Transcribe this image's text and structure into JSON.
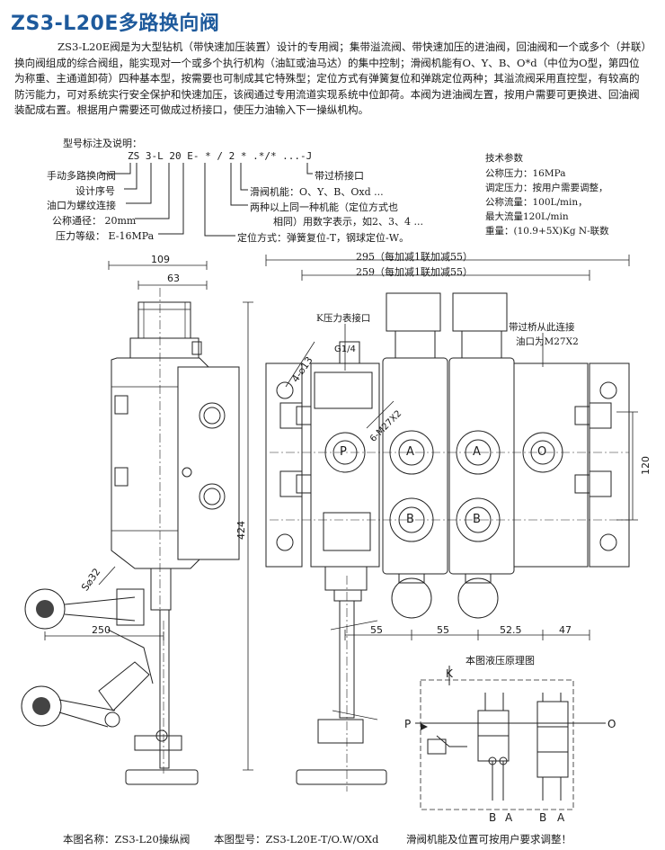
{
  "title": "ZS3-L20E多路换向阀",
  "intro": "ZS3-L20E阀是为大型钻机（带快速加压装置）设计的专用阀；集带溢流阀、带快速加压的进油阀，回油阀和一个或多个（并联）换向阀组成的综合阀组，能实现对一个或多个执行机构（油缸或油马达）的集中控制；滑阀机能有O、Y、B、O*d（中位为O型，第四位为称重、主通道卸荷）四种基本型，按需要也可制成其它特殊型；定位方式有弹簧复位和弹跳定位两种；其溢流阀采用直控型，有较高的防污能力，可对系统实行安全保护和快速加压，该阀通过专用流道实现系统中位卸荷。本阀为进油阀左置，按用户需要可更换进、回油阀装配成右置。根据用户需要还可做成过桥接口，使压力油输入下一操纵机构。",
  "model_code": {
    "heading": "型号标注及说明：",
    "code": "ZS 3-L 20 E- * / 2 * .*/* ...-J",
    "left_labels": [
      "手动多路换向阀",
      "设计序号",
      "油口为螺纹连接",
      "公称通径： 20mm",
      "压力等级：  E-16MPa"
    ],
    "right_labels": [
      "带过桥接口",
      "滑阀机能：O、Y、B、Oxd ...",
      "两种以上同一种机能（定位方式也",
      "相同）用数字表示，如2、3、4 ...",
      "定位方式：弹簧复位-T，钢球定位-W。"
    ]
  },
  "specs": {
    "heading": "技术参数",
    "rows": [
      "公称压力：16MPa",
      "调定压力：按用户需要调整，",
      "公称流量：100L/min，",
      "最大流量120L/min",
      "重量：(10.9+5X)Kg N-联数"
    ]
  },
  "drawing": {
    "dims": [
      "109",
      "63",
      "295（每加减1联加减55）",
      "259（每加减1联加减55）",
      "424",
      "250",
      "S⌀32",
      "4-⌀13",
      "G1/4",
      "6-M27X2",
      "120",
      "55",
      "55",
      "52.5",
      "47"
    ],
    "callouts": [
      "K压力表接口",
      "带过桥从此连接",
      "油口为M27X2"
    ],
    "port_labels": [
      "P",
      "A",
      "A",
      "O",
      "B",
      "B"
    ]
  },
  "schematic": {
    "title": "本图液压原理图",
    "labels": [
      "K",
      "P",
      "O",
      "B",
      "A",
      "B",
      "A"
    ]
  },
  "footer": {
    "name": "本图名称：ZS3-L20操纵阀",
    "model": "本图型号：ZS3-L20E-T/O.W/OXd",
    "note": "滑阀机能及位置可按用户要求调整！"
  }
}
